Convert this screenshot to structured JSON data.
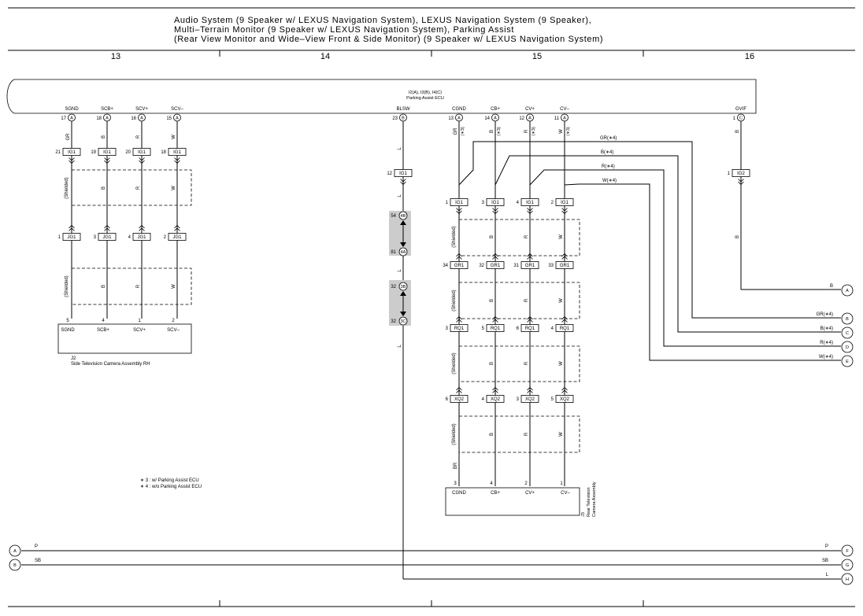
{
  "title": {
    "line1": "Audio System (9 Speaker w/ LEXUS Navigation System),  LEXUS Navigation System (9 Speaker),",
    "line2": "Multi–Terrain Monitor (9 Speaker w/ LEXUS Navigation System),  Parking Assist",
    "line3": "(Rear View Monitor and Wide–View Front & Side Monitor) (9 Speaker w/ LEXUS Navigation System)"
  },
  "columns": [
    "13",
    "14",
    "15",
    "16"
  ],
  "ecu": {
    "connectors": "I2(A), I3(B), I4(C)",
    "name": "Parking Assist ECU",
    "pins": [
      {
        "label": "SGND",
        "num": "17",
        "conn": "A"
      },
      {
        "label": "SCB+",
        "num": "18",
        "conn": "A"
      },
      {
        "label": "SCV+",
        "num": "16",
        "conn": "A"
      },
      {
        "label": "SCV–",
        "num": "15",
        "conn": "A"
      },
      {
        "label": "BLSW",
        "num": "23",
        "conn": "B"
      },
      {
        "label": "CGND",
        "num": "13",
        "conn": "A"
      },
      {
        "label": "CB+",
        "num": "14",
        "conn": "A"
      },
      {
        "label": "CV+",
        "num": "12",
        "conn": "A"
      },
      {
        "label": "CV–",
        "num": "11",
        "conn": "A"
      },
      {
        "label": "GVIF",
        "num": "1",
        "conn": "C"
      }
    ]
  },
  "left": {
    "wire_colors": [
      "GR",
      "B",
      "R",
      "W"
    ],
    "ig1": [
      {
        "num": "21",
        "name": "IG1"
      },
      {
        "num": "19",
        "name": "IG1"
      },
      {
        "num": "20",
        "name": "IG1"
      },
      {
        "num": "18",
        "name": "IG1"
      }
    ],
    "jg1": [
      {
        "num": "1",
        "name": "JG1"
      },
      {
        "num": "3",
        "name": "JG1"
      },
      {
        "num": "4",
        "name": "JG1"
      },
      {
        "num": "2",
        "name": "JG1"
      }
    ],
    "shield": "(Shielded)",
    "shield_colors": [
      "B",
      "R",
      "W"
    ],
    "camera": {
      "pin_nums": [
        "5",
        "4",
        "1",
        "2"
      ],
      "pin_labels": [
        "SGND",
        "SCB+",
        "SCV+",
        "SCV–"
      ],
      "code": "J2",
      "name": "Side Television Camera Assembly RH"
    }
  },
  "middle": {
    "wire": "L",
    "ig1": {
      "num": "12",
      "name": "IG1"
    },
    "junction_a": [
      {
        "num": "54",
        "name": "4B"
      },
      {
        "num": "81",
        "name": "4A"
      }
    ],
    "junction_b": [
      {
        "num": "32",
        "name": "3B"
      },
      {
        "num": "32",
        "name": "3C"
      }
    ]
  },
  "right": {
    "top_colors": [
      "GR",
      "B",
      "R",
      "W"
    ],
    "star3": "(∗3)",
    "ig1_top": [
      {
        "num": "1",
        "name": "IG1"
      },
      {
        "num": "3",
        "name": "IG1"
      },
      {
        "num": "4",
        "name": "IG1"
      },
      {
        "num": "2",
        "name": "IG1"
      }
    ],
    "gr1": [
      {
        "num": "34",
        "name": "GR1"
      },
      {
        "num": "32",
        "name": "GR1"
      },
      {
        "num": "31",
        "name": "GR1"
      },
      {
        "num": "33",
        "name": "GR1"
      }
    ],
    "rq1": [
      {
        "num": "3",
        "name": "RQ1"
      },
      {
        "num": "5",
        "name": "RQ1"
      },
      {
        "num": "6",
        "name": "RQ1"
      },
      {
        "num": "4",
        "name": "RQ1"
      }
    ],
    "xq2": [
      {
        "num": "6",
        "name": "XQ2"
      },
      {
        "num": "4",
        "name": "XQ2"
      },
      {
        "num": "3",
        "name": "XQ2"
      },
      {
        "num": "5",
        "name": "XQ2"
      }
    ],
    "shield": "(Shielded)",
    "shield_colors": [
      "B",
      "R",
      "W"
    ],
    "br": "BR",
    "branch_labels": [
      "GR(∗4)",
      "B(∗4)",
      "R(∗4)",
      "W(∗4)"
    ],
    "camera": {
      "pin_nums": [
        "3",
        "4",
        "2",
        "1"
      ],
      "pin_labels": [
        "CGND",
        "CB+",
        "CV+",
        "CV–"
      ],
      "code": "J3",
      "name_l1": "Rear Television",
      "name_l2": "Camera Assembly"
    }
  },
  "gvif": {
    "color": "B",
    "ig2": {
      "num": "1",
      "name": "IG2"
    }
  },
  "offpage_right": [
    {
      "id": "A",
      "color": "B"
    },
    {
      "id": "B",
      "color": "GR(∗4)"
    },
    {
      "id": "C",
      "color": "B(∗4)"
    },
    {
      "id": "D",
      "color": "R(∗4)"
    },
    {
      "id": "E",
      "color": "W(∗4)"
    }
  ],
  "bottom_left": [
    {
      "id": "A",
      "color": "P"
    },
    {
      "id": "B",
      "color": "SB"
    }
  ],
  "bottom_right": [
    {
      "id": "F",
      "color": "P"
    },
    {
      "id": "G",
      "color": "SB"
    },
    {
      "id": "H",
      "color": "L"
    }
  ],
  "notes": [
    "∗ 3 : w/ Parking Assist ECU",
    "∗ 4 : w/o Parking Assist ECU"
  ]
}
